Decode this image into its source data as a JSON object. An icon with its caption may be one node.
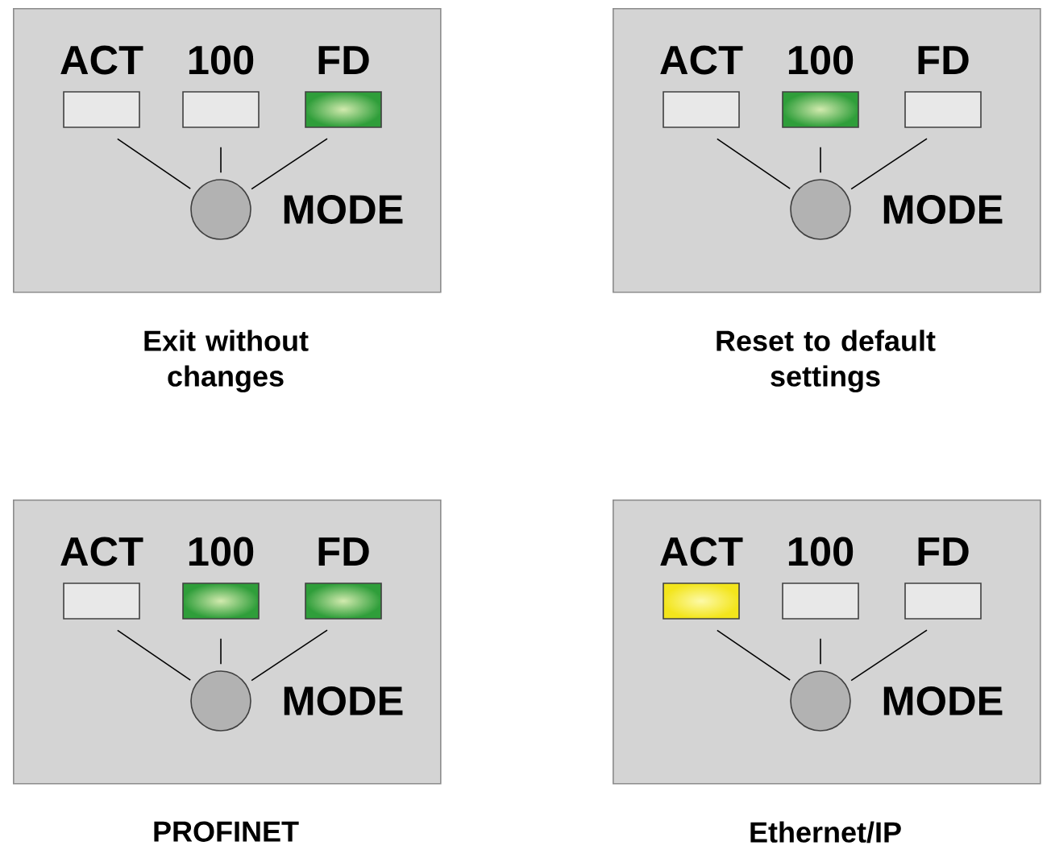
{
  "diagram": {
    "nodes": [
      {
        "text": [],
        "shape": "box",
        "beside": [
          "Exit without changes"
        ]
      },
      {
        "text": [
          "ACT"
        ],
        "in": 0
      },
      {
        "text": [
          "100"
        ],
        "in": 0
      },
      {
        "text": [
          "FD"
        ],
        "in": 0
      },
      {
        "text": [],
        "shape": "circle",
        "in": 0,
        "beside": [
          "MODE"
        ]
      },
      {
        "text": [],
        "shape": "box",
        "beside": [
          "Reset to default settings"
        ]
      },
      {
        "text": [
          "ACT"
        ],
        "in": 5
      },
      {
        "text": [
          "100"
        ],
        "in": 5
      },
      {
        "text": [
          "FD"
        ],
        "in": 5
      },
      {
        "text": [],
        "shape": "circle",
        "in": 5,
        "beside": [
          "MODE"
        ]
      },
      {
        "text": [],
        "shape": "box",
        "beside": [
          "PROFINET"
        ]
      },
      {
        "text": [
          "ACT"
        ],
        "in": 10
      },
      {
        "text": [
          "100"
        ],
        "in": 10
      },
      {
        "text": [
          "FD"
        ],
        "in": 10
      },
      {
        "text": [],
        "shape": "circle",
        "in": 10,
        "beside": [
          "MODE"
        ]
      },
      {
        "text": [],
        "shape": "box",
        "beside": [
          "Ethernet/IP"
        ]
      },
      {
        "text": [
          "ACT"
        ],
        "in": 15
      },
      {
        "text": [
          "100"
        ],
        "in": 15
      },
      {
        "text": [
          "FD"
        ],
        "in": 15
      },
      {
        "text": [],
        "shape": "circle",
        "in": 15,
        "beside": [
          "MODE"
        ]
      }
    ],
    "edges": [
      {
        "from": 1,
        "to": 4,
        "arrow": "none"
      },
      {
        "from": 2,
        "to": 4,
        "arrow": "none"
      },
      {
        "from": 3,
        "to": 4,
        "arrow": "none"
      },
      {
        "from": 6,
        "to": 9,
        "arrow": "none"
      },
      {
        "from": 7,
        "to": 9,
        "arrow": "none"
      },
      {
        "from": 8,
        "to": 9,
        "arrow": "none"
      },
      {
        "from": 11,
        "to": 14,
        "arrow": "none"
      },
      {
        "from": 12,
        "to": 14,
        "arrow": "none"
      },
      {
        "from": 13,
        "to": 14,
        "arrow": "none"
      },
      {
        "from": 16,
        "to": 19,
        "arrow": "none"
      },
      {
        "from": 17,
        "to": 19,
        "arrow": "none"
      },
      {
        "from": 18,
        "to": 19,
        "arrow": "none"
      }
    ]
  }
}
